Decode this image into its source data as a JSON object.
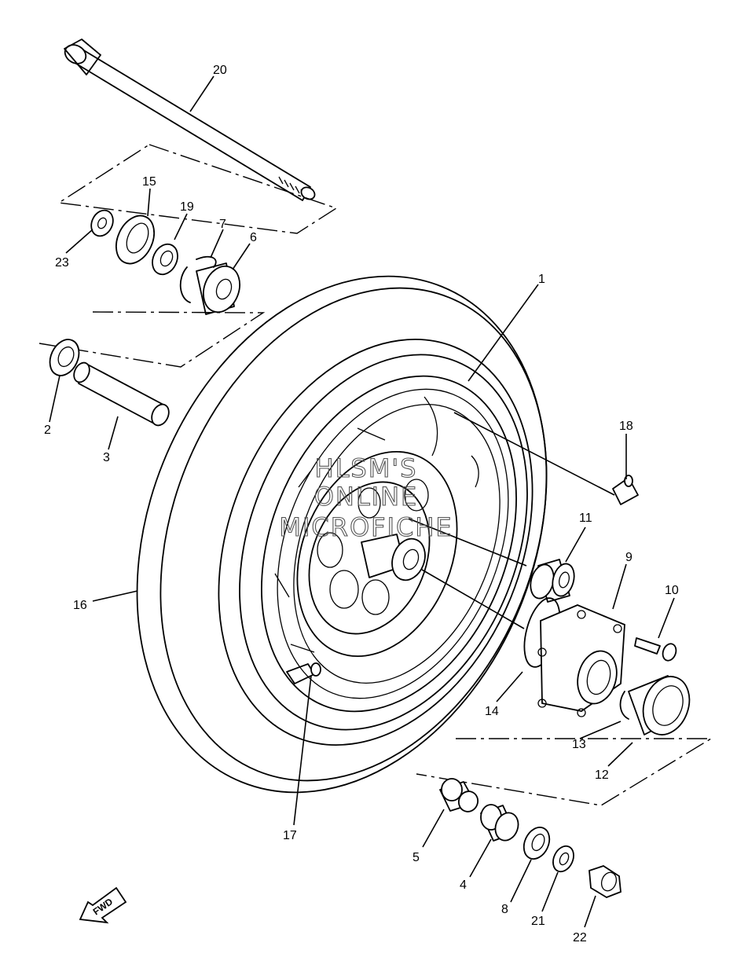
{
  "watermark": {
    "line1": "HLSM'S",
    "line2": "ONLINE",
    "line3": "MICROFICHE"
  },
  "direction_badge": "FWD",
  "callouts": [
    "20",
    "15",
    "19",
    "7",
    "6",
    "23",
    "1",
    "2",
    "3",
    "18",
    "11",
    "9",
    "10",
    "16",
    "14",
    "13",
    "12",
    "17",
    "5",
    "4",
    "8",
    "21",
    "22"
  ]
}
